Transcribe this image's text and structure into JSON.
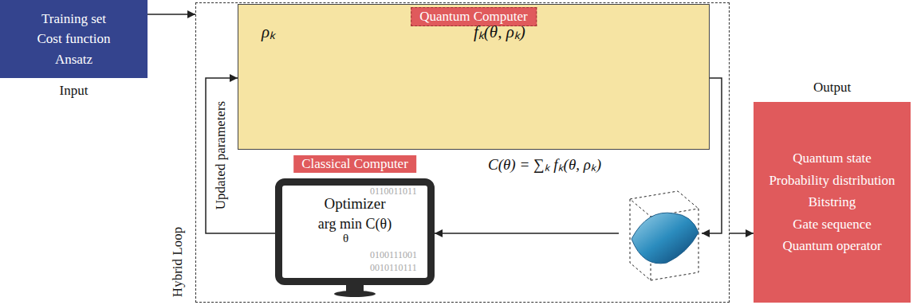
{
  "diagram": {
    "nodes": [
      {
        "text": [
          "Training set",
          "Cost function",
          "Ansatz",
          "Input"
        ]
      },
      {
        "text": [
          "Hybrid Loop"
        ]
      },
      {
        "text": [
          "Quantum Computer"
        ],
        "in": 1
      },
      {
        "text": [
          "Classical Computer",
          "Optimizer",
          "arg min C(θ)",
          "θ"
        ],
        "in": 1
      },
      {
        "text": [
          "Output",
          "Quantum state",
          "Probability distribution",
          "Bitstring",
          "Gate sequence",
          "Quantum operator"
        ]
      }
    ],
    "edges": [
      {
        "from": 0,
        "to": 1,
        "arrow": "to"
      },
      {
        "from": 1,
        "to": 4,
        "arrow": "to"
      },
      {
        "from": 2,
        "to": 3,
        "arrow": "to"
      },
      {
        "from": 3,
        "to": 2,
        "label": "Updated parameters",
        "arrow": "to"
      }
    ],
    "labels": [
      "ρₖ",
      "fₖ(θ, ρₖ)",
      "C(θ) = ∑ₖ fₖ(θ, ρₖ)",
      "0110011011",
      "0100111001",
      "0010110111"
    ]
  }
}
